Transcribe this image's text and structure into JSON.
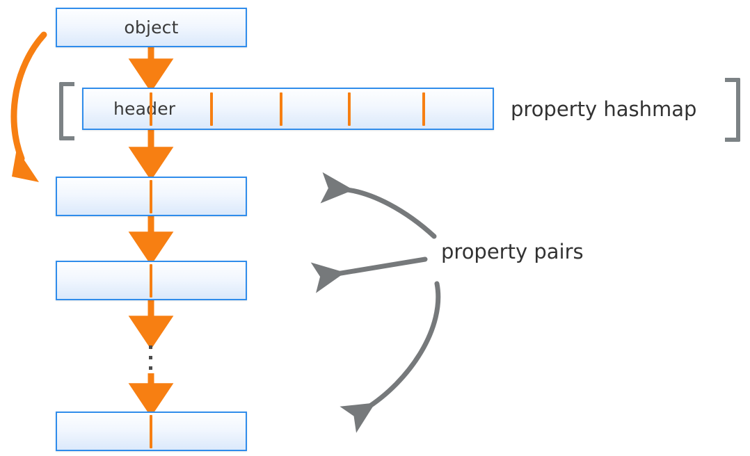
{
  "diagram": {
    "title": "object property hashmap and property pairs layout",
    "colors": {
      "box_border": "#2f8ceb",
      "box_fill_top": "#fdfeff",
      "box_fill_bottom": "#dbe9fb",
      "orange_arrow": "#f77f12",
      "gray_arrow": "#76797b",
      "bracket": "#7c8285",
      "text": "#323232",
      "background": "#ffffff"
    },
    "nodes": [
      {
        "id": "object-box",
        "label": "object"
      },
      {
        "id": "header-box",
        "label": "header"
      },
      {
        "id": "pair-box-1",
        "label": ""
      },
      {
        "id": "pair-box-2",
        "label": ""
      },
      {
        "id": "pair-box-3",
        "label": ""
      }
    ],
    "captions": {
      "hashmap": "property hashmap",
      "pairs": "property pairs"
    },
    "hashmap_ticks": [
      302,
      402,
      500,
      607
    ],
    "ellipsis": "vertical-ellipsis-three-dots",
    "arrows": {
      "orange_big_curve": "object-to-first-property-pair",
      "orange_object_to_header": "object-to-header",
      "orange_header_to_pair1": "header-to-pair-1",
      "orange_pair1_to_pair2": "pair-1-to-pair-2",
      "orange_pair2_to_ellipsis": "pair-2-to-ellipsis",
      "orange_ellipsis_to_pair3": "ellipsis-to-pair-3",
      "gray_pairs_upper": "property-pairs-to-pair-1",
      "gray_pairs_middle": "property-pairs-to-pair-2",
      "gray_pairs_lower": "property-pairs-to-pair-3"
    }
  }
}
